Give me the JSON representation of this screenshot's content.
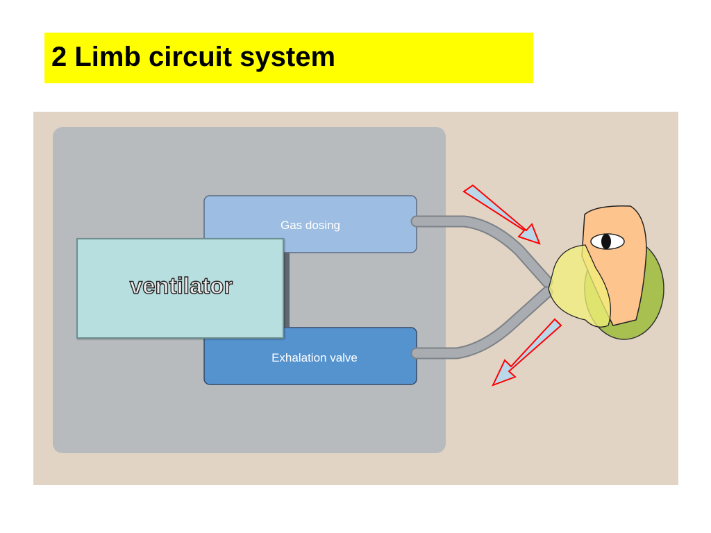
{
  "title": "2 Limb circuit system",
  "diagram": {
    "ventilator_label": "ventilator",
    "gas_dosing_label": "Gas dosing",
    "exhalation_label": "Exhalation valve"
  },
  "colors": {
    "title_bg": "#ffff00",
    "panel_bg": "#e1d4c4",
    "device_bg": "#b8bbbe",
    "gas_dosing_bg": "#9dbde2",
    "exhalation_bg": "#5593cf",
    "ventilator_bg": "#b8dfe0",
    "hose": "#a9adb2",
    "arrow_outline": "#ff0000",
    "arrow_fill": "#b9d9ea",
    "face": "#fdc48d",
    "head": "#a8c050",
    "mask": "#f2f07a"
  }
}
